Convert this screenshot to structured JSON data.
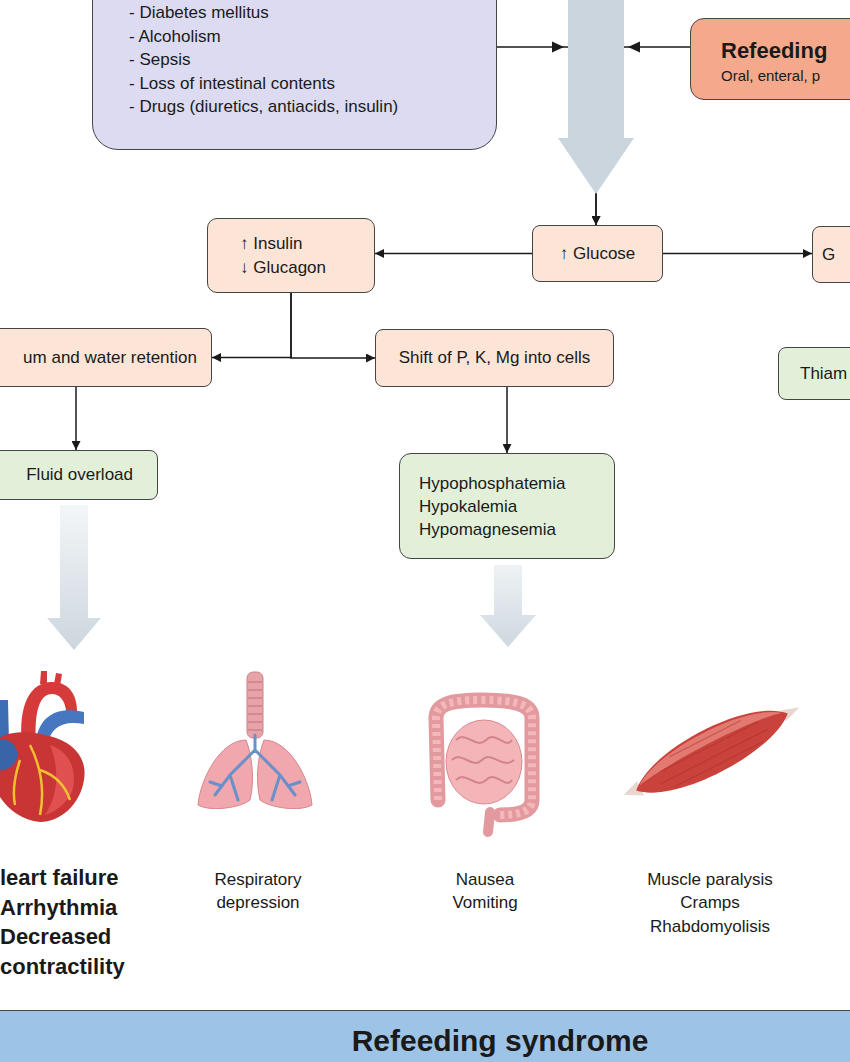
{
  "diagram": {
    "nodes": [
      {
        "text": [
          "- Diabetes mellitus",
          "- Alcoholism",
          "- Sepsis",
          "- Loss of intestinal contents",
          "- Drugs (diuretics, antiacids, insulin)"
        ]
      },
      {
        "text": [
          "Refeeding",
          "Oral, enteral, p"
        ]
      },
      {
        "text": [
          "↑ Glucose"
        ]
      },
      {
        "text": [
          "↑ Insulin",
          "↓ Glucagon"
        ]
      },
      {
        "text": [
          "um and water retention"
        ]
      },
      {
        "text": [
          "Shift of P, K, Mg into cells"
        ]
      },
      {
        "text": [
          "G"
        ]
      },
      {
        "text": [
          "Thiam"
        ]
      },
      {
        "text": [
          "Fluid overload"
        ]
      },
      {
        "text": [
          "Hypophosphatemia",
          "Hypokalemia",
          "Hypomagnesemia"
        ]
      },
      {
        "text": [
          "Refeeding syndrome"
        ]
      }
    ],
    "edges": [
      {
        "from": 0,
        "to": 2,
        "arrow": "to"
      },
      {
        "from": 1,
        "to": 2,
        "arrow": "to"
      },
      {
        "from": 2,
        "to": 3,
        "arrow": "to"
      },
      {
        "from": 2,
        "to": 6,
        "arrow": "to"
      },
      {
        "from": 3,
        "to": 4,
        "arrow": "to"
      },
      {
        "from": 3,
        "to": 5,
        "arrow": "to"
      },
      {
        "from": 4,
        "to": 8,
        "arrow": "to"
      },
      {
        "from": 5,
        "to": 9,
        "arrow": "to"
      }
    ],
    "labels": [
      "leart failure",
      "Arrhythmia",
      "Decreased contractility",
      "Respiratory depression",
      "Nausea",
      "Vomiting",
      "Muscle paralysis",
      "Cramps",
      "Rhabdomyolisis"
    ]
  }
}
